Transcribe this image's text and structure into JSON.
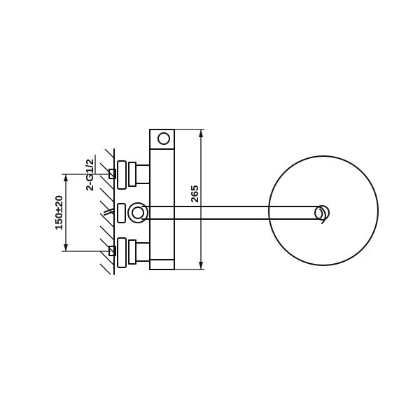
{
  "dimensions": {
    "height_label": "265",
    "inlet_spacing_label": "150±20",
    "thread_label": "2-G1/2"
  },
  "colors": {
    "line": "#111111",
    "background": "#ffffff"
  }
}
